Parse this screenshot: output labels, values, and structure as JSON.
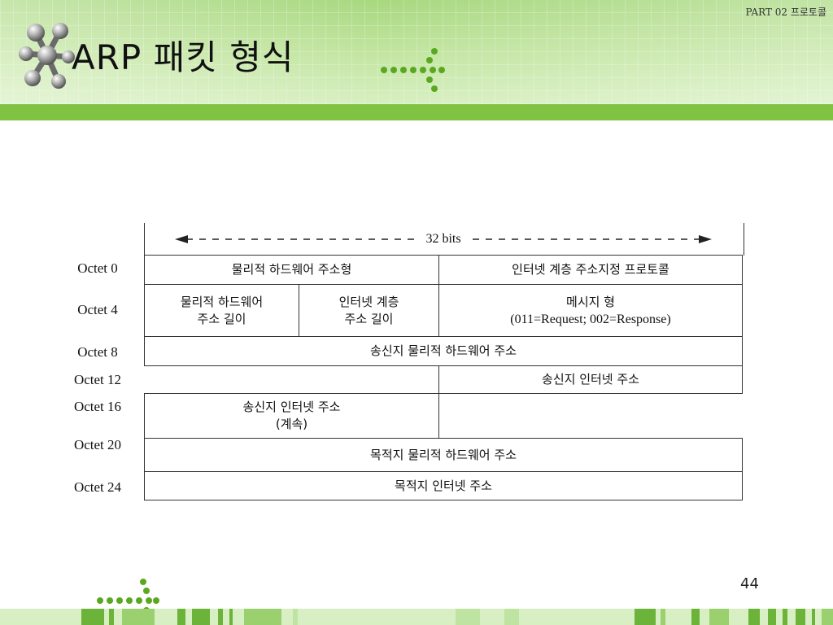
{
  "header": {
    "part_label": "PART 02 프로토콜",
    "title": "ARP 패킷 형식"
  },
  "diagram": {
    "width_label": "32 bits",
    "octets": [
      "Octet 0",
      "Octet 4",
      "Octet 8",
      "Octet 12",
      "Octet 16",
      "Octet 20",
      "Octet 24"
    ],
    "fields": {
      "hw_type": "물리적 하드웨어 주소형",
      "proto_type": "인터넷 계층 주소지정 프로토콜",
      "hw_len_1": "물리적 하드웨어",
      "hw_len_2": "주소 길이",
      "proto_len_1": "인터넷 계층",
      "proto_len_2": "주소 길이",
      "op_1": "메시지 형",
      "op_2": "(011=Request; 002=Response)",
      "sender_hw": "송신지 물리적 하드웨어 주소",
      "sender_ip": "송신지 인터넷 주소",
      "sender_ip_cont_1": "송신지 인터넷 주소",
      "sender_ip_cont_2": "(계속)",
      "target_hw": "목적지 물리적 하드웨어 주소",
      "target_ip": "목적지 인터넷 주소"
    }
  },
  "footer": {
    "page_number": "44"
  },
  "colors": {
    "accent_green": "#80c342",
    "header_green": "#c4e6a3"
  }
}
